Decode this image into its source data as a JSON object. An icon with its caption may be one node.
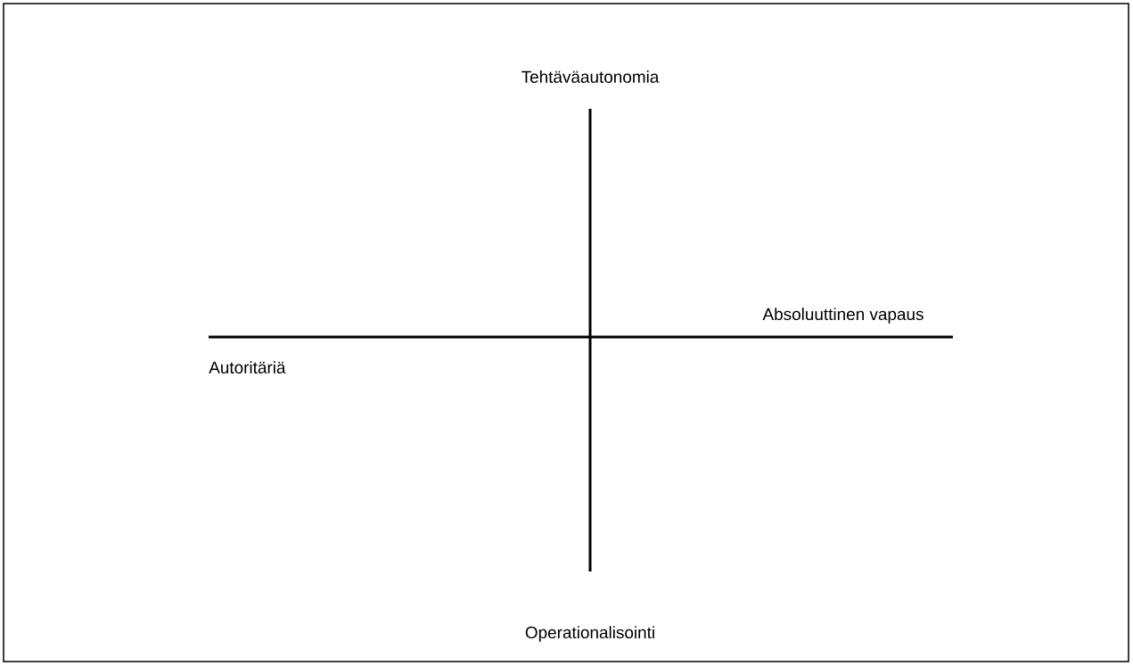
{
  "diagram": {
    "labels": [
      "Tehtäväautonomia",
      "Absoluuttinen vapaus",
      "Autoritäriä",
      "Operationalisointi"
    ]
  }
}
